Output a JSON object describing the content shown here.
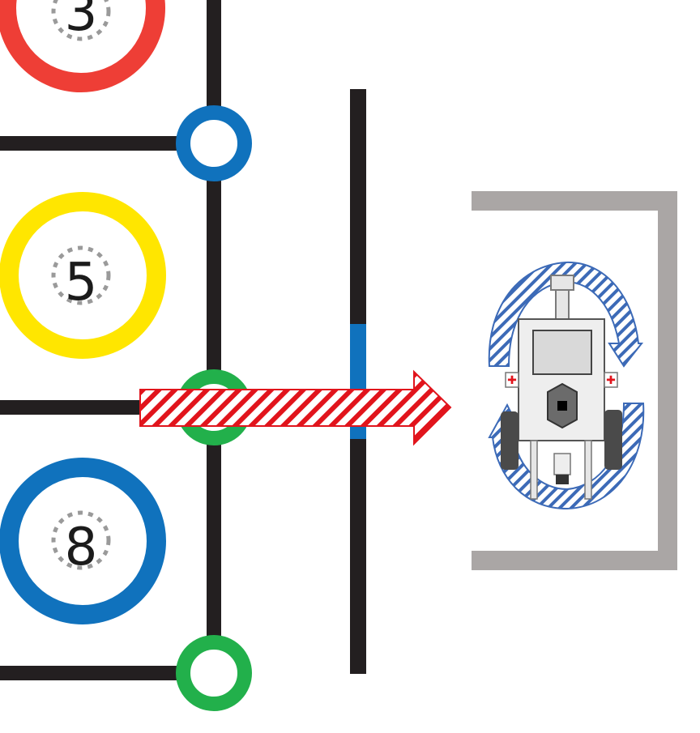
{
  "colors": {
    "line": "#231f20",
    "red": "#ee3e36",
    "yellow": "#ffe600",
    "blue": "#1072bd",
    "green": "#22b04b",
    "arrow_red": "#e1141c",
    "wall": "#aaa6a5",
    "rotate_blue": "#3c6ab7",
    "robot_body": "#eeeeee",
    "robot_dark": "#4a4a4a"
  },
  "circles": [
    {
      "label": "3",
      "color": "red"
    },
    {
      "label": "5",
      "color": "yellow"
    },
    {
      "label": "8",
      "color": "blue"
    }
  ],
  "nodes": [
    {
      "id": "node-top",
      "color": "blue"
    },
    {
      "id": "node-middle",
      "color": "green"
    },
    {
      "id": "node-bottom",
      "color": "green"
    }
  ],
  "icons": {
    "move_arrow": "right-arrow-icon",
    "rotation": "rotate-arrows-icon",
    "robot": "robot-icon",
    "garage": "garage-wall-icon"
  }
}
